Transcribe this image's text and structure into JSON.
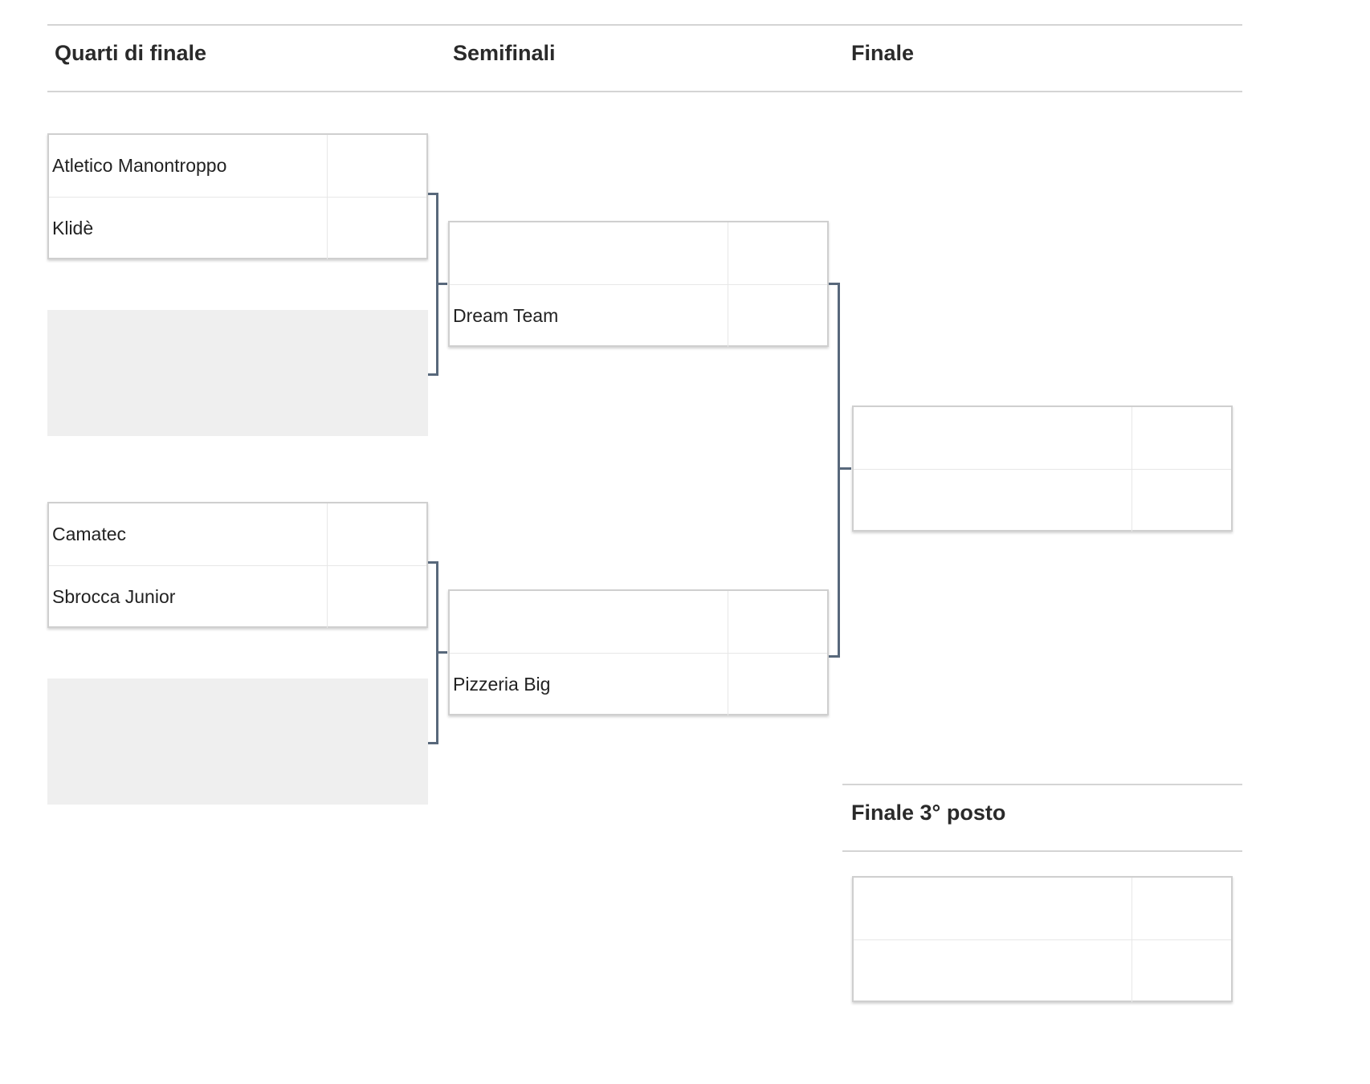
{
  "headers": {
    "quarterfinals": "Quarti di finale",
    "semifinals": "Semifinali",
    "final": "Finale",
    "third_place": "Finale 3° posto"
  },
  "quarterfinals": [
    {
      "home": "Atletico Manontroppo",
      "away": "Klidè",
      "home_score": "",
      "away_score": ""
    },
    {
      "home": "Camatec",
      "away": "Sbrocca Junior",
      "home_score": "",
      "away_score": ""
    }
  ],
  "semifinals": [
    {
      "home": "",
      "away": "Dream Team",
      "home_score": "",
      "away_score": ""
    },
    {
      "home": "",
      "away": "Pizzeria Big",
      "home_score": "",
      "away_score": ""
    }
  ],
  "final": {
    "home": "",
    "away": "",
    "home_score": "",
    "away_score": ""
  },
  "third_place_match": {
    "home": "",
    "away": "",
    "home_score": "",
    "away_score": ""
  },
  "colors": {
    "connector": "#58687b",
    "bye_slot": "#efefef",
    "rule": "#d4d4d4"
  }
}
